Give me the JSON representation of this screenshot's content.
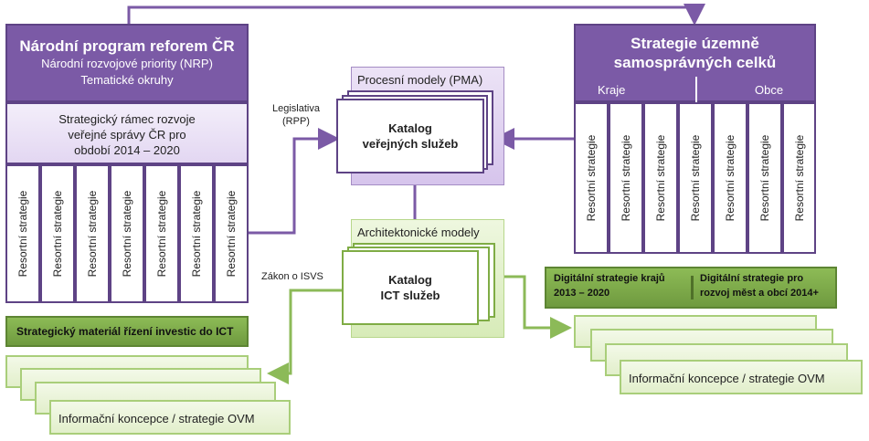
{
  "left_header": {
    "title": "Národní program reforem ČR",
    "line1": "Národní rozvojové priority (NRP)",
    "line2": "Tematické okruhy"
  },
  "strategic_frame": {
    "line1": "Strategický rámec rozvoje",
    "line2": "veřejné správy ČR pro",
    "line3": "období 2014 – 2020"
  },
  "left_columns": [
    "Resortní strategie",
    "Resortní strategie",
    "Resortní strategie",
    "Resortní strategie",
    "Resortní strategie",
    "Resortní strategie",
    "Resortní strategie"
  ],
  "right_header": {
    "line1": "Strategie územně",
    "line2": "samosprávných celků",
    "kraje": "Kraje",
    "obce": "Obce"
  },
  "right_columns": [
    "Resortní strategie",
    "Resortní strategie",
    "Resortní strategie",
    "Resortní strategie",
    "Resortní strategie",
    "Resortní strategie",
    "Resortní strategie"
  ],
  "process_models": {
    "label": "Procesní modely (PMA)",
    "catalog_line1": "Katalog",
    "catalog_line2": "veřejných služeb"
  },
  "architecture_models": {
    "label": "Architektonické modely",
    "catalog_line1": "Katalog",
    "catalog_line2": "ICT služeb"
  },
  "labels": {
    "legislativa": "Legislativa",
    "rpp": "(RPP)",
    "zakon": "Zákon o ISVS"
  },
  "left_green_bar": "Strategický materiál řízení investic do ICT",
  "left_card_text": "Informační  koncepce / strategie  OVM",
  "right_green_bar": {
    "left_line1": "Digitální strategie krajů",
    "left_line2": "2013 – 2020",
    "right_line1": "Digitální strategie pro",
    "right_line2": "rozvoj  měst a obcí 2014+"
  },
  "right_card_text": "Informační  koncepce / strategie  OVM",
  "colors": {
    "purple": "#7b5aa6",
    "purple_border": "#5e4385",
    "green": "#7fac45",
    "green_border": "#5d8533"
  }
}
